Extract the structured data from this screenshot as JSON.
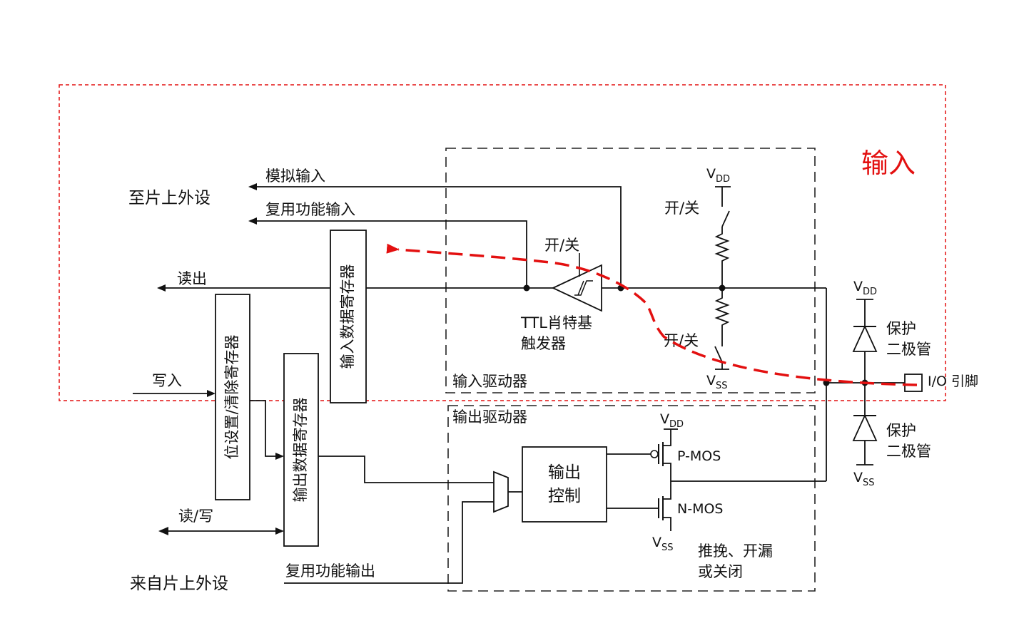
{
  "labels": {
    "to_periph": "至片上外设",
    "analog_in": "模拟输入",
    "alt_in": "复用功能输入",
    "read_out": "读出",
    "write_in": "写入",
    "read_write": "读/写",
    "from_periph": "来自片上外设",
    "alt_out": "复用功能输出",
    "bit_set_reset_reg": "位设置/清除寄存器",
    "input_data_reg": "输入数据寄存器",
    "output_data_reg": "输出数据寄存器",
    "switch_schmitt": "开/关",
    "schmitt_line1": "TTL肖特基",
    "schmitt_line2": "触发器",
    "switch_pullup": "开/关",
    "switch_pulldown": "开/关",
    "vdd_top": "V",
    "vdd_top_sub": "DD",
    "vss_input": "V",
    "vss_input_sub": "SS",
    "input_driver": "输入驱动器",
    "output_driver": "输出驱动器",
    "output_ctrl_line1": "输出",
    "output_ctrl_line2": "控制",
    "vdd_out": "V",
    "vdd_out_sub": "DD",
    "pmos": "P-MOS",
    "nmos": "N-MOS",
    "vss_out": "V",
    "vss_out_sub": "SS",
    "mode_line1": "推挽、开漏",
    "mode_line2": "或关闭",
    "vdd_diode": "V",
    "vdd_diode_sub": "DD",
    "prot_diode1_l1": "保护",
    "prot_diode1_l2": "二极管",
    "prot_diode2_l1": "保护",
    "prot_diode2_l2": "二极管",
    "vss_diode": "V",
    "vss_diode_sub": "SS",
    "io_pin": "I/O 引脚",
    "input_highlight": "输入"
  },
  "colors": {
    "highlight_red": "#e31010",
    "line": "#111111"
  }
}
